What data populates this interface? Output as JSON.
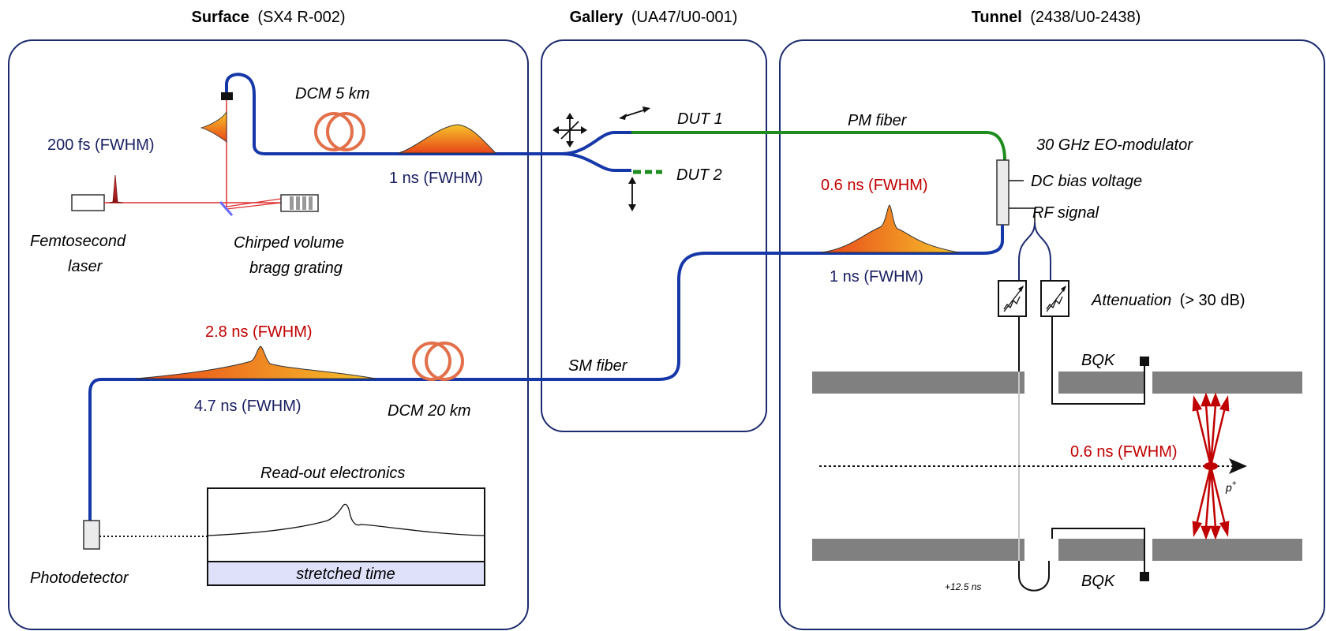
{
  "sections": {
    "surface": {
      "name": "Surface",
      "code": "(SX4 R-002)"
    },
    "gallery": {
      "name": "Gallery",
      "code": "(UA47/U0-001)"
    },
    "tunnel": {
      "name": "Tunnel",
      "code": "(2438/U0-2438)"
    }
  },
  "labels": {
    "pulse_200fs": "200 fs (FWHM)",
    "laser_line1": "Femtosecond",
    "laser_line2": "laser",
    "cvbg_line1": "Chirped volume",
    "cvbg_line2": "bragg grating",
    "dcm5": "DCM 5 km",
    "pulse_1ns_surface": "1 ns (FWHM)",
    "dut1": "DUT 1",
    "dut2": "DUT 2",
    "pm_fiber": "PM fiber",
    "eo_modulator": "30 GHz EO-modulator",
    "dc_bias": "DC bias voltage",
    "rf_signal": "RF signal",
    "pulse_06ns_top": "0.6 ns (FWHM)",
    "pulse_1ns_tunnel": "1 ns (FWHM)",
    "attenuation": "Attenuation",
    "attenuation_value": "(> 30 dB)",
    "pulse_28ns": "2.8 ns (FWHM)",
    "pulse_47ns": "4.7 ns (FWHM)",
    "dcm20": "DCM 20 km",
    "sm_fiber": "SM fiber",
    "readout": "Read-out electronics",
    "stretched_time": "stretched time",
    "photodetector": "Photodetector",
    "bqk_top": "BQK",
    "bqk_bottom": "BQK",
    "pulse_06ns_beam": "0.6 ns (FWHM)",
    "proton": "p",
    "proton_sup": "+",
    "delay": "+12.5 ns"
  },
  "colors": {
    "frame": "#1c2a6e",
    "fiber": "#1537a8",
    "pm_fiber": "#1e8c1e",
    "laser": "#e03030",
    "coil": "#e2704a",
    "pulse_low": "#f3b21d",
    "pulse_high": "#e8461a",
    "beam_pipe": "#808080",
    "stretched_bg": "#dfe1fb"
  }
}
